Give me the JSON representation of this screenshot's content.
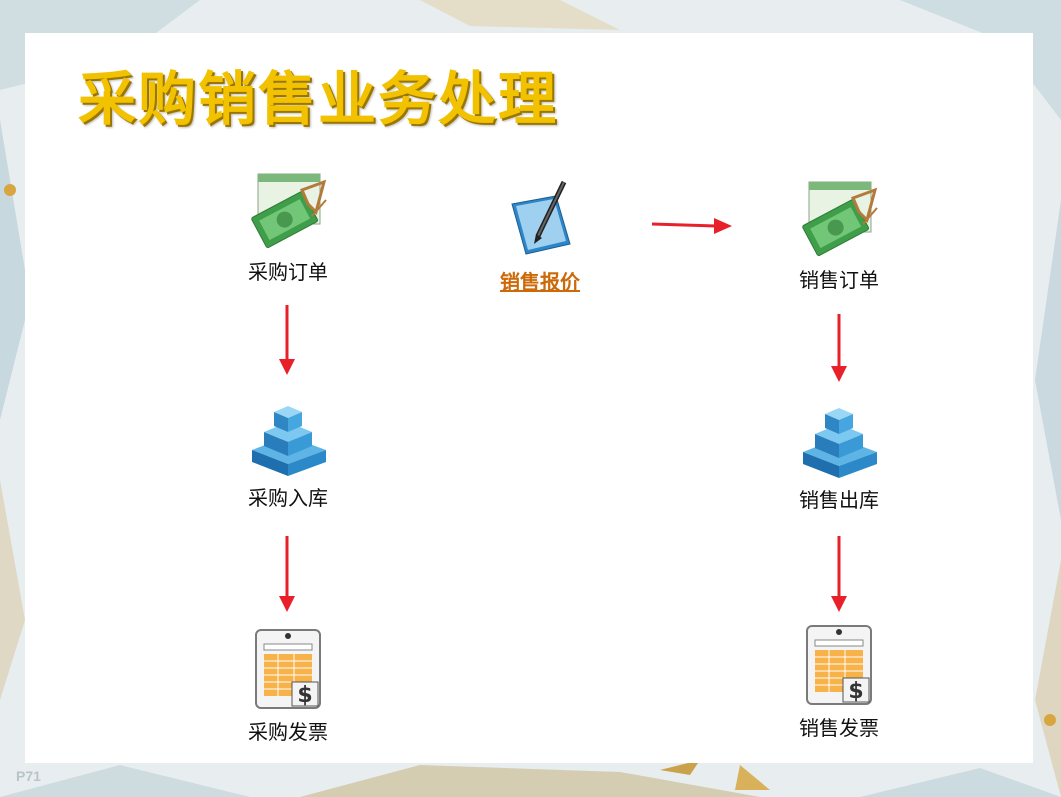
{
  "slide": {
    "title": "采购销售业务处理",
    "page_number": "P71"
  },
  "nodes": {
    "purchase_order": {
      "label": "采购订单",
      "icon": "order-document-icon"
    },
    "purchase_inbound": {
      "label": "采购入库",
      "icon": "warehouse-stack-icon"
    },
    "purchase_invoice": {
      "label": "采购发票",
      "icon": "invoice-dollar-icon"
    },
    "sales_quote": {
      "label": "销售报价",
      "icon": "notepad-pen-icon"
    },
    "sales_order": {
      "label": "销售订单",
      "icon": "order-document-icon"
    },
    "sales_outbound": {
      "label": "销售出库",
      "icon": "warehouse-stack-icon"
    },
    "sales_invoice": {
      "label": "销售发票",
      "icon": "invoice-dollar-icon"
    }
  },
  "colors": {
    "title": "#f2c200",
    "arrow": "#e8202a",
    "link": "#cc6a0a"
  }
}
